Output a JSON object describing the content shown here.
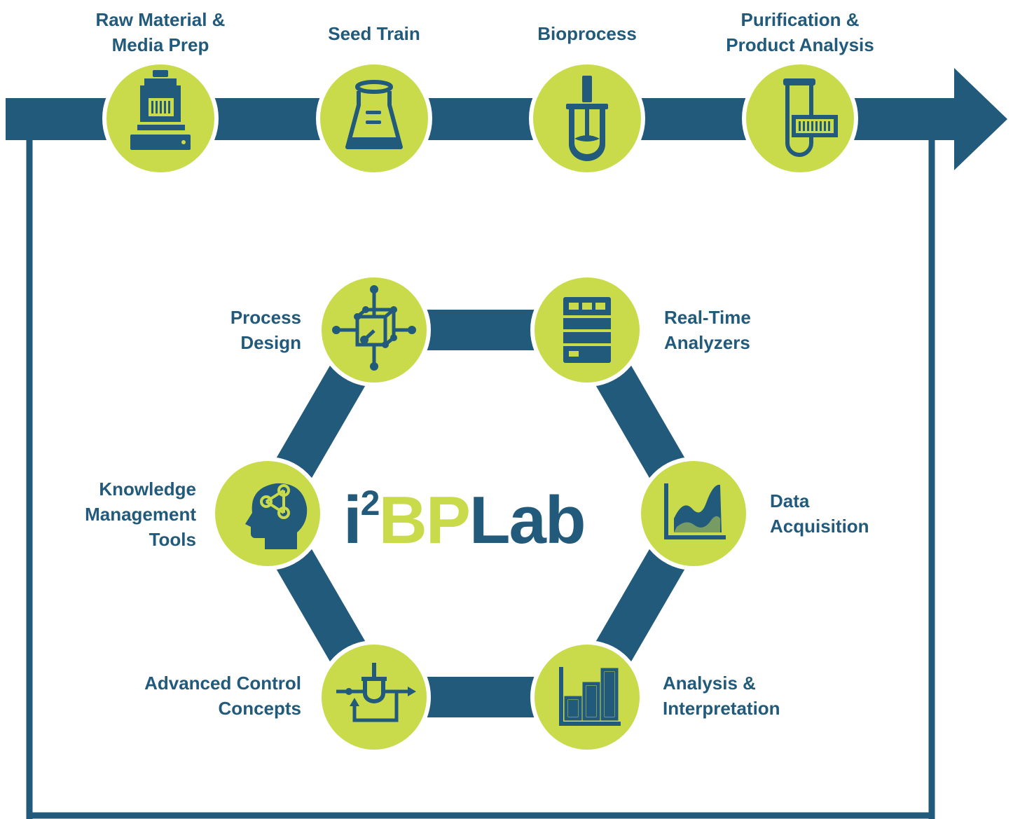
{
  "colors": {
    "navy": "#225a7b",
    "lime": "#c9db4b",
    "white": "#ffffff"
  },
  "pipeline": {
    "stages": [
      {
        "line1": "Raw Material &",
        "line2": "Media Prep",
        "icon": "dispenser-icon"
      },
      {
        "line1": "Seed Train",
        "line2": "",
        "icon": "flask-icon"
      },
      {
        "line1": "Bioprocess",
        "line2": "",
        "icon": "bioreactor-icon"
      },
      {
        "line1": "Purification &",
        "line2": "Product Analysis",
        "icon": "test-tube-barcode-icon"
      }
    ]
  },
  "logo": {
    "i": "i",
    "sup": "2",
    "bp": "BP",
    "lab": "Lab"
  },
  "cycle": {
    "nodes": [
      {
        "line1": "Process",
        "line2": "Design",
        "line3": "",
        "icon": "network-cube-icon"
      },
      {
        "line1": "Real-Time",
        "line2": "Analyzers",
        "line3": "",
        "icon": "analyzer-rack-icon"
      },
      {
        "line1": "Data",
        "line2": "Acquisition",
        "line3": "",
        "icon": "area-chart-icon"
      },
      {
        "line1": "Analysis &",
        "line2": "Interpretation",
        "line3": "",
        "icon": "bar-chart-icon"
      },
      {
        "line1": "Advanced Control",
        "line2": "Concepts",
        "line3": "",
        "icon": "control-loop-icon"
      },
      {
        "line1": "Knowledge",
        "line2": "Management",
        "line3": "Tools",
        "icon": "head-network-icon"
      }
    ]
  }
}
